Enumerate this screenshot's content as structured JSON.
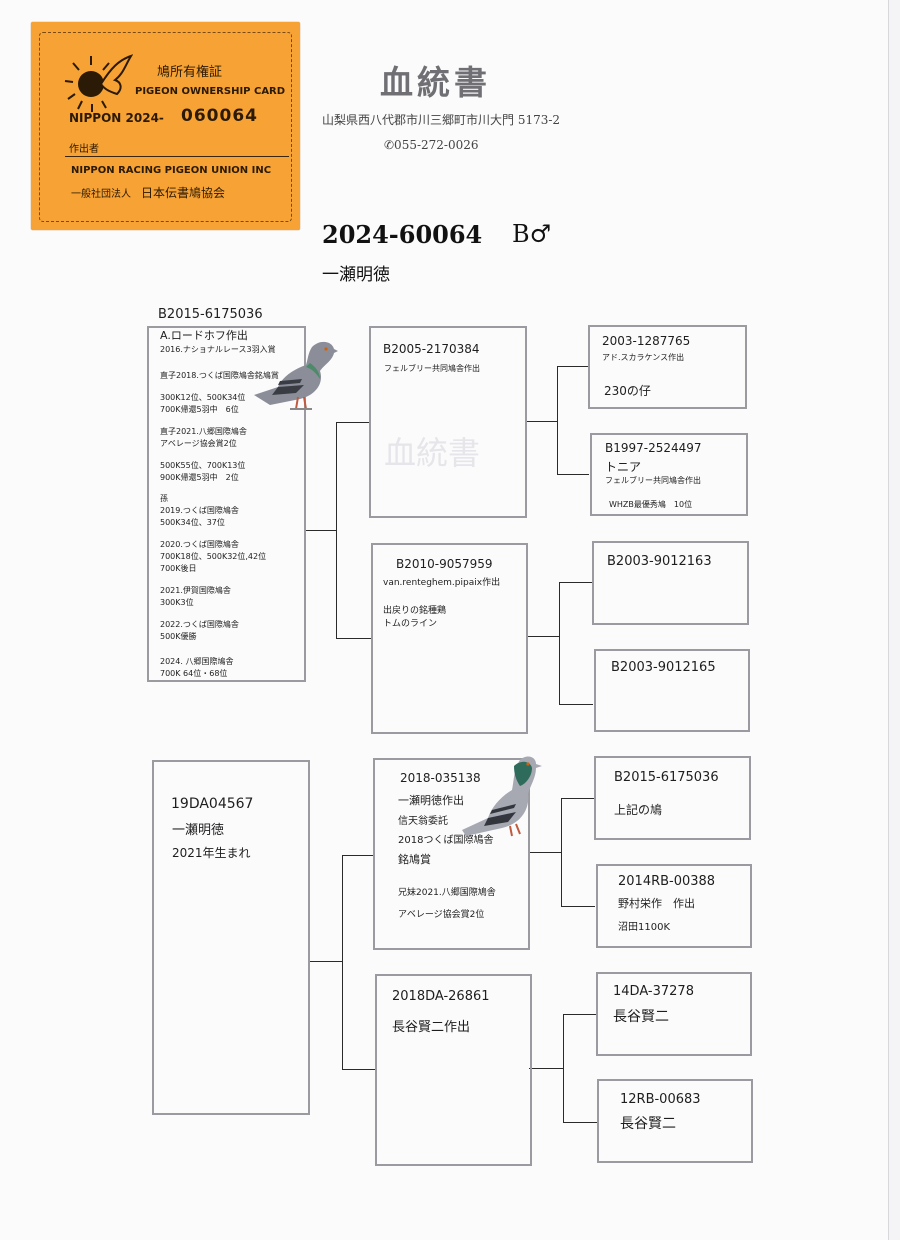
{
  "card": {
    "title": "鳩所有権証",
    "subtitle": "PIGEON OWNERSHIP CARD",
    "nippon": "NIPPON 2024-",
    "number": "060064",
    "issuer_label": "作出者",
    "union_en": "NIPPON RACING PIGEON UNION INC",
    "union_jp_prefix": "一般社団法人",
    "union_jp": "日本伝書鳩協会"
  },
  "header": {
    "title": "血統書",
    "address": "山梨県西八代郡市川三郷町市川大門 5173-2",
    "tel": "✆055-272-0026",
    "ring": "2024-60064",
    "sex": "B♂",
    "owner": "一瀬明徳"
  },
  "sire": {
    "ring": "B2015-6175036",
    "breeder": "A.ロードホフ作出",
    "notes": [
      "2016.ナショナルレース3羽入賞",
      "直子2018.つくば国際鳩舎銘鳩賞",
      "300K12位、500K34位",
      "700K帰還5羽中　6位",
      "直子2021.八郷国際鳩舎",
      "アベレージ協会賞2位",
      "500K55位、700K13位",
      "900K帰還5羽中　2位",
      "孫",
      "2019.つくば国際鳩舎",
      "500K34位、37位",
      "2020.つくば国際鳩舎",
      "700K18位、500K32位,42位",
      "700K後日",
      "2021.伊賀国際鳩舎",
      "300K3位",
      "2022.つくば国際鳩舎",
      "500K優勝",
      "2024. 八郷国際鳩舎",
      "700K 64位・68位"
    ]
  },
  "ss": {
    "ring": "B2005-2170384",
    "breeder": "フェルブリー共同鳩舎作出"
  },
  "sss": {
    "ring": "2003-1287765",
    "breeder": "アド.スカラケンス作出",
    "note": "230の仔"
  },
  "ssd": {
    "ring": "B1997-2524497",
    "name": "トニア",
    "breeder": "フェルブリー共同鳩舎作出",
    "note": "WHZB最優秀鳩　10位"
  },
  "sd": {
    "ring": "B2010-9057959",
    "breeder": "van.renteghem.pipaix作出",
    "note1": "出戻りの銘種鶏",
    "note2": "トムのライン"
  },
  "sds": {
    "ring": "B2003-9012163"
  },
  "sdd": {
    "ring": "B2003-9012165"
  },
  "dam": {
    "ring": "19DA04567",
    "name": "一瀬明徳",
    "born": "2021年生まれ"
  },
  "ds": {
    "ring": "2018-035138",
    "breeder": "一瀬明徳作出",
    "l1": "信天翁委託",
    "l2": "2018つくば国際鳩舎",
    "l3": "銘鳩賞",
    "l4": "兄妹2021.八郷国際鳩舎",
    "l5": "アベレージ協会賞2位"
  },
  "dss": {
    "ring": "B2015-6175036",
    "note": "上記の鳩"
  },
  "dsd": {
    "ring": "2014RB-00388",
    "breeder": "野村栄作　作出",
    "note": "沼田1100K"
  },
  "dd": {
    "ring": "2018DA-26861",
    "breeder": "長谷賢二作出"
  },
  "dds": {
    "ring": "14DA-37278",
    "name": "長谷賢二"
  },
  "ddd": {
    "ring": "12RB-00683",
    "name": "長谷賢二"
  }
}
